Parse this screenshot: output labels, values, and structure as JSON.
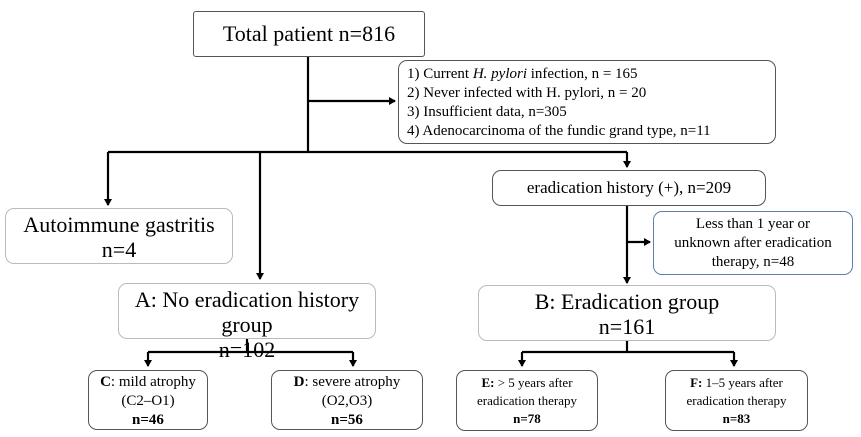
{
  "total": {
    "label": "Total patient n=816"
  },
  "exclusions": {
    "items": [
      {
        "pre": "1) Current ",
        "italic": "H. pylori",
        "post": " infection, n = 165"
      },
      {
        "pre": "2) Never infected with H. pylori, n = 20",
        "italic": "",
        "post": ""
      },
      {
        "pre": "3) Insufficient data, n=305",
        "italic": "",
        "post": ""
      },
      {
        "pre": "4) Adenocarcinoma of the fundic grand type, n=11",
        "italic": "",
        "post": ""
      }
    ]
  },
  "autoimmune": {
    "title": "Autoimmune gastritis",
    "n": "n=4"
  },
  "eradication_history": {
    "label": "eradication history (+), n=209"
  },
  "less_than_year": {
    "line1": "Less than 1 year or",
    "line2": "unknown after eradication",
    "line3": "therapy, n=48"
  },
  "group_a": {
    "title": "A: No eradication history group",
    "n": "n=102"
  },
  "group_b": {
    "title": "B: Eradication group",
    "n": "n=161"
  },
  "box_c": {
    "letter": "C",
    "desc": ": mild atrophy",
    "code": "(C2–O1)",
    "n": "n=46"
  },
  "box_d": {
    "letter": "D",
    "desc": ": severe atrophy",
    "code": "(O2,O3)",
    "n": "n=56"
  },
  "box_e": {
    "letter": "E:",
    "desc": " > 5 years after",
    "desc2": "eradication therapy",
    "n": "n=78"
  },
  "box_f": {
    "letter": "F:",
    "desc": " 1–5 years after",
    "desc2": "eradication therapy",
    "n": "n=83"
  }
}
